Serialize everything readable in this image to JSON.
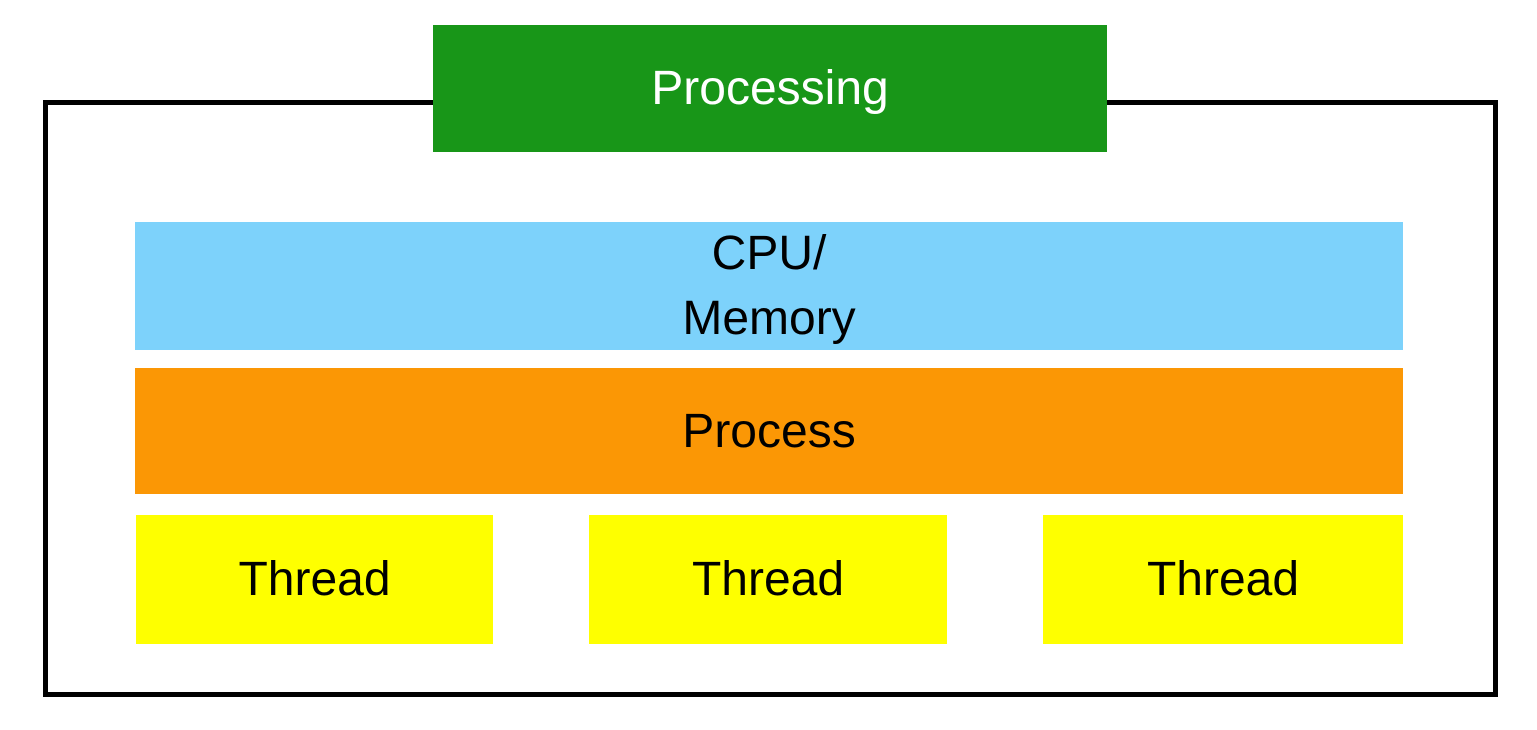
{
  "diagram": {
    "processing_label": "Processing",
    "cpu_memory_lines": [
      "CPU/",
      "Memory"
    ],
    "process_label": "Process",
    "threads": [
      {
        "label": "Thread"
      },
      {
        "label": "Thread"
      },
      {
        "label": "Thread"
      }
    ],
    "colors": {
      "processing_bg": "#189618",
      "processing_text": "#FFFFFF",
      "cpu_memory_bg": "#7DD2FB",
      "process_bg": "#FB9705",
      "thread_bg": "#FEFF00",
      "boundary_border": "#000000",
      "label_text": "#000000",
      "background": "#FFFFFF"
    }
  }
}
